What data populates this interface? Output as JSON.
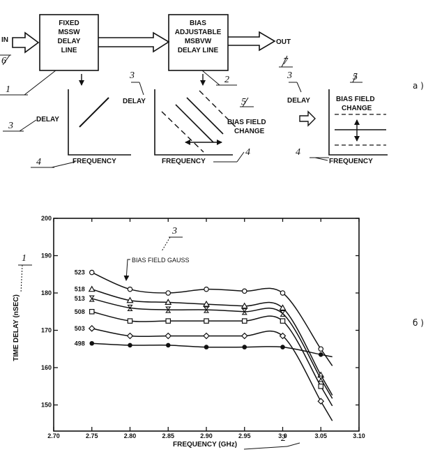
{
  "diagram": {
    "in_label": "IN",
    "out_label": "OUT",
    "box1": [
      "FIXED",
      "MSSW",
      "DELAY",
      "LINE"
    ],
    "box2": [
      "BIAS",
      "ADJUSTABLE",
      "MSBVW",
      "DELAY LINE"
    ],
    "delay_label": "DELAY",
    "frequency_label": "FREQUENCY",
    "bias_change": [
      "BIAS FIELD",
      "CHANGE"
    ],
    "numbers": {
      "n1": "1",
      "n2": "2",
      "n3": "3",
      "n4": "4",
      "n5": "5",
      "n6": "6",
      "n7": "7"
    },
    "part_a": "a )",
    "part_b": "б )"
  },
  "chart_data": {
    "type": "line",
    "xlabel": "FREQUENCY (GHz)",
    "ylabel": "TIME DELAY (nSEC)",
    "x_ticks": [
      "2.70",
      "2.75",
      "2.80",
      "2.85",
      "2.90",
      "2.95",
      "3.0",
      "3.05",
      "3.10"
    ],
    "y_ticks": [
      "200",
      "190",
      "180",
      "170",
      "160",
      "150"
    ],
    "xlim": [
      2.7,
      3.1
    ],
    "ylim": [
      143,
      200
    ],
    "legend_title": "BIAS FIELD GAUSS",
    "annotation_1": "1",
    "annotation_2": "2",
    "annotation_3": "3",
    "series": [
      {
        "name": "523",
        "marker": "circle",
        "x": [
          2.75,
          2.8,
          2.85,
          2.9,
          2.95,
          3.0,
          3.05
        ],
        "y": [
          185.5,
          181,
          180,
          181,
          180.5,
          180,
          165
        ]
      },
      {
        "name": "518",
        "marker": "triangle",
        "x": [
          2.75,
          2.8,
          2.85,
          2.9,
          2.95,
          3.0,
          3.05
        ],
        "y": [
          181,
          178,
          177.5,
          177,
          176.5,
          176,
          158
        ]
      },
      {
        "name": "513",
        "marker": "hourglass",
        "x": [
          2.75,
          2.8,
          2.85,
          2.9,
          2.95,
          3.0,
          3.05
        ],
        "y": [
          178.5,
          176,
          175.5,
          175.5,
          175,
          174.5,
          157
        ]
      },
      {
        "name": "508",
        "marker": "square",
        "x": [
          2.75,
          2.8,
          2.85,
          2.9,
          2.95,
          3.0,
          3.05
        ],
        "y": [
          175,
          172.5,
          172.5,
          172.5,
          172.5,
          172.5,
          155
        ]
      },
      {
        "name": "503",
        "marker": "diamond",
        "x": [
          2.75,
          2.8,
          2.85,
          2.9,
          2.95,
          3.0,
          3.05
        ],
        "y": [
          170.5,
          168.5,
          168.5,
          168.5,
          168.5,
          168.5,
          151
        ]
      },
      {
        "name": "498",
        "marker": "dot",
        "x": [
          2.75,
          2.8,
          2.85,
          2.9,
          2.95,
          3.0,
          3.05
        ],
        "y": [
          166.5,
          166,
          166,
          165.5,
          165.5,
          165.5,
          163.5
        ]
      }
    ]
  }
}
